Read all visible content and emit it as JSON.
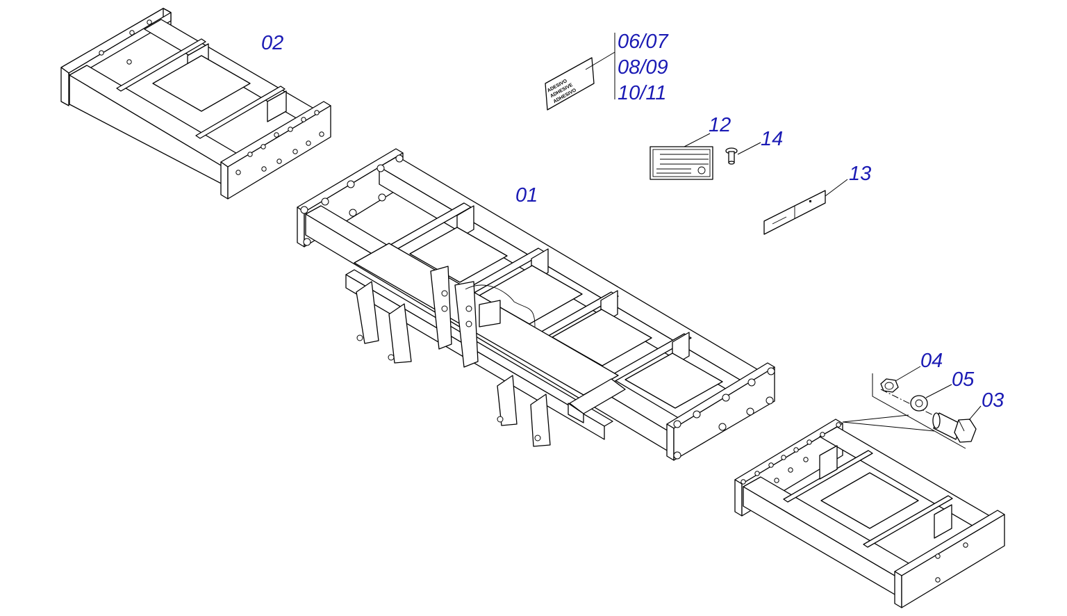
{
  "callouts": {
    "c01": "01",
    "c02": "02",
    "c03": "03",
    "c04": "04",
    "c05": "05",
    "c0607": "06/07",
    "c0809": "08/09",
    "c1011": "10/11",
    "c12": "12",
    "c13": "13",
    "c14": "14"
  },
  "sticker_text": [
    "ADESIVO",
    "ADHESIVE",
    "ADHESIVO"
  ],
  "colors": {
    "callout": "#1a1ab4",
    "line": "#000000"
  }
}
